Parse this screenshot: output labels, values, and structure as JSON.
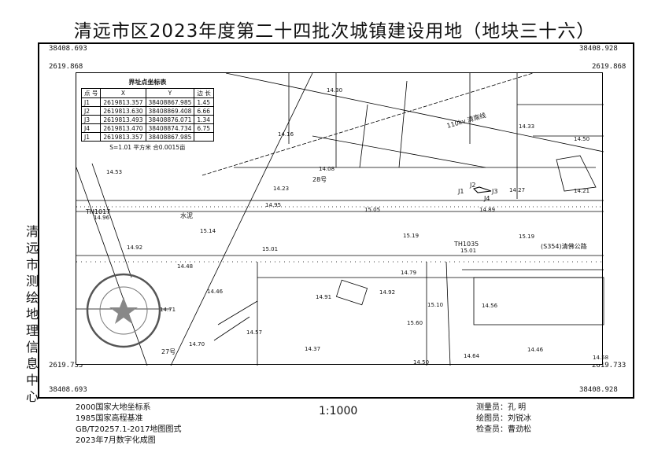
{
  "title": "清远市区2023年度第二十四批次城镇建设用地（地块三十六）",
  "frame_coords": {
    "top_left_x": "38408.693",
    "top_right_x": "38408.928",
    "top_left_y": "2619.868",
    "top_right_y": "2619.868",
    "bottom_left_y": "2619.733",
    "bottom_right_y": "2619.733",
    "bottom_left_x": "38408.693",
    "bottom_right_x": "38408.928"
  },
  "side_label": "清远市测绘地理信息中心",
  "coord_table": {
    "title": "界址点坐标表",
    "headers": [
      "点 号",
      "X",
      "Y",
      "边 长"
    ],
    "rows": [
      {
        "pt": "J1",
        "x": "2619813.357",
        "y": "38408867.985",
        "len": "1.45"
      },
      {
        "pt": "J2",
        "x": "2619813.630",
        "y": "38408869.408",
        "len": "6.66"
      },
      {
        "pt": "J3",
        "x": "2619813.493",
        "y": "38408876.071",
        "len": "1.34"
      },
      {
        "pt": "J4",
        "x": "2619813.470",
        "y": "38408874.734",
        "len": "6.75"
      },
      {
        "pt": "J1",
        "x": "2619813.357",
        "y": "38408867.985",
        "len": ""
      }
    ],
    "area": "S=1.01 平方米 合0.0015亩"
  },
  "map_labels": {
    "power_line": "110kv 清南线",
    "road_th1017": "TH1017",
    "road_th1035": "TH1035",
    "road_s354": "(S354)清佛公路",
    "cement": "水泥",
    "pt28": "28号",
    "pt27": "27号",
    "j1": "J1",
    "j2": "J2",
    "j3": "J3",
    "j4": "J4"
  },
  "elevations": [
    {
      "id": "e1430",
      "v": "14.30"
    },
    {
      "id": "e1416",
      "v": "14.16"
    },
    {
      "id": "e1408",
      "v": "14.08"
    },
    {
      "id": "e1453",
      "v": "14.53"
    },
    {
      "id": "e1423",
      "v": "14.23"
    },
    {
      "id": "e1495",
      "v": "14.95"
    },
    {
      "id": "e1496",
      "v": "14.96"
    },
    {
      "id": "e1505",
      "v": "15.05"
    },
    {
      "id": "e1489",
      "v": "14.89"
    },
    {
      "id": "e1427",
      "v": "14.27"
    },
    {
      "id": "e1433",
      "v": "14.33"
    },
    {
      "id": "e1450",
      "v": "14.50"
    },
    {
      "id": "e1421",
      "v": "14.21"
    },
    {
      "id": "e1514",
      "v": "15.14"
    },
    {
      "id": "e1519a",
      "v": "15.19"
    },
    {
      "id": "e1519b",
      "v": "15.19"
    },
    {
      "id": "e1492a",
      "v": "14.92"
    },
    {
      "id": "e1501a",
      "v": "15.01"
    },
    {
      "id": "e1501b",
      "v": "15.01"
    },
    {
      "id": "e1448",
      "v": "14.48"
    },
    {
      "id": "e1479",
      "v": "14.79"
    },
    {
      "id": "e1446a",
      "v": "14.46"
    },
    {
      "id": "e1491",
      "v": "14.91"
    },
    {
      "id": "e1492b",
      "v": "14.92"
    },
    {
      "id": "e1510",
      "v": "15.10"
    },
    {
      "id": "e1560",
      "v": "15.60"
    },
    {
      "id": "e1471",
      "v": "14.71"
    },
    {
      "id": "e1456",
      "v": "14.56"
    },
    {
      "id": "e1457",
      "v": "14.57"
    },
    {
      "id": "e1470",
      "v": "14.70"
    },
    {
      "id": "e1437",
      "v": "14.37"
    },
    {
      "id": "e1450b",
      "v": "14.50"
    },
    {
      "id": "e1464",
      "v": "14.64"
    },
    {
      "id": "e1446b",
      "v": "14.46"
    },
    {
      "id": "e1458",
      "v": "14.58"
    }
  ],
  "footer": {
    "line1": "2000国家大地坐标系",
    "line2": "1985国家高程基准",
    "line3": "GB/T20257.1-2017地图图式",
    "line4": "2023年7月数字化成图",
    "scale": "1:1000",
    "surveyor": "测量员：孔  明",
    "drafter": "绘图员：刘锐冰",
    "checker": "检查员：曹劲松"
  },
  "colors": {
    "line": "#000000",
    "seal": "#555555"
  }
}
